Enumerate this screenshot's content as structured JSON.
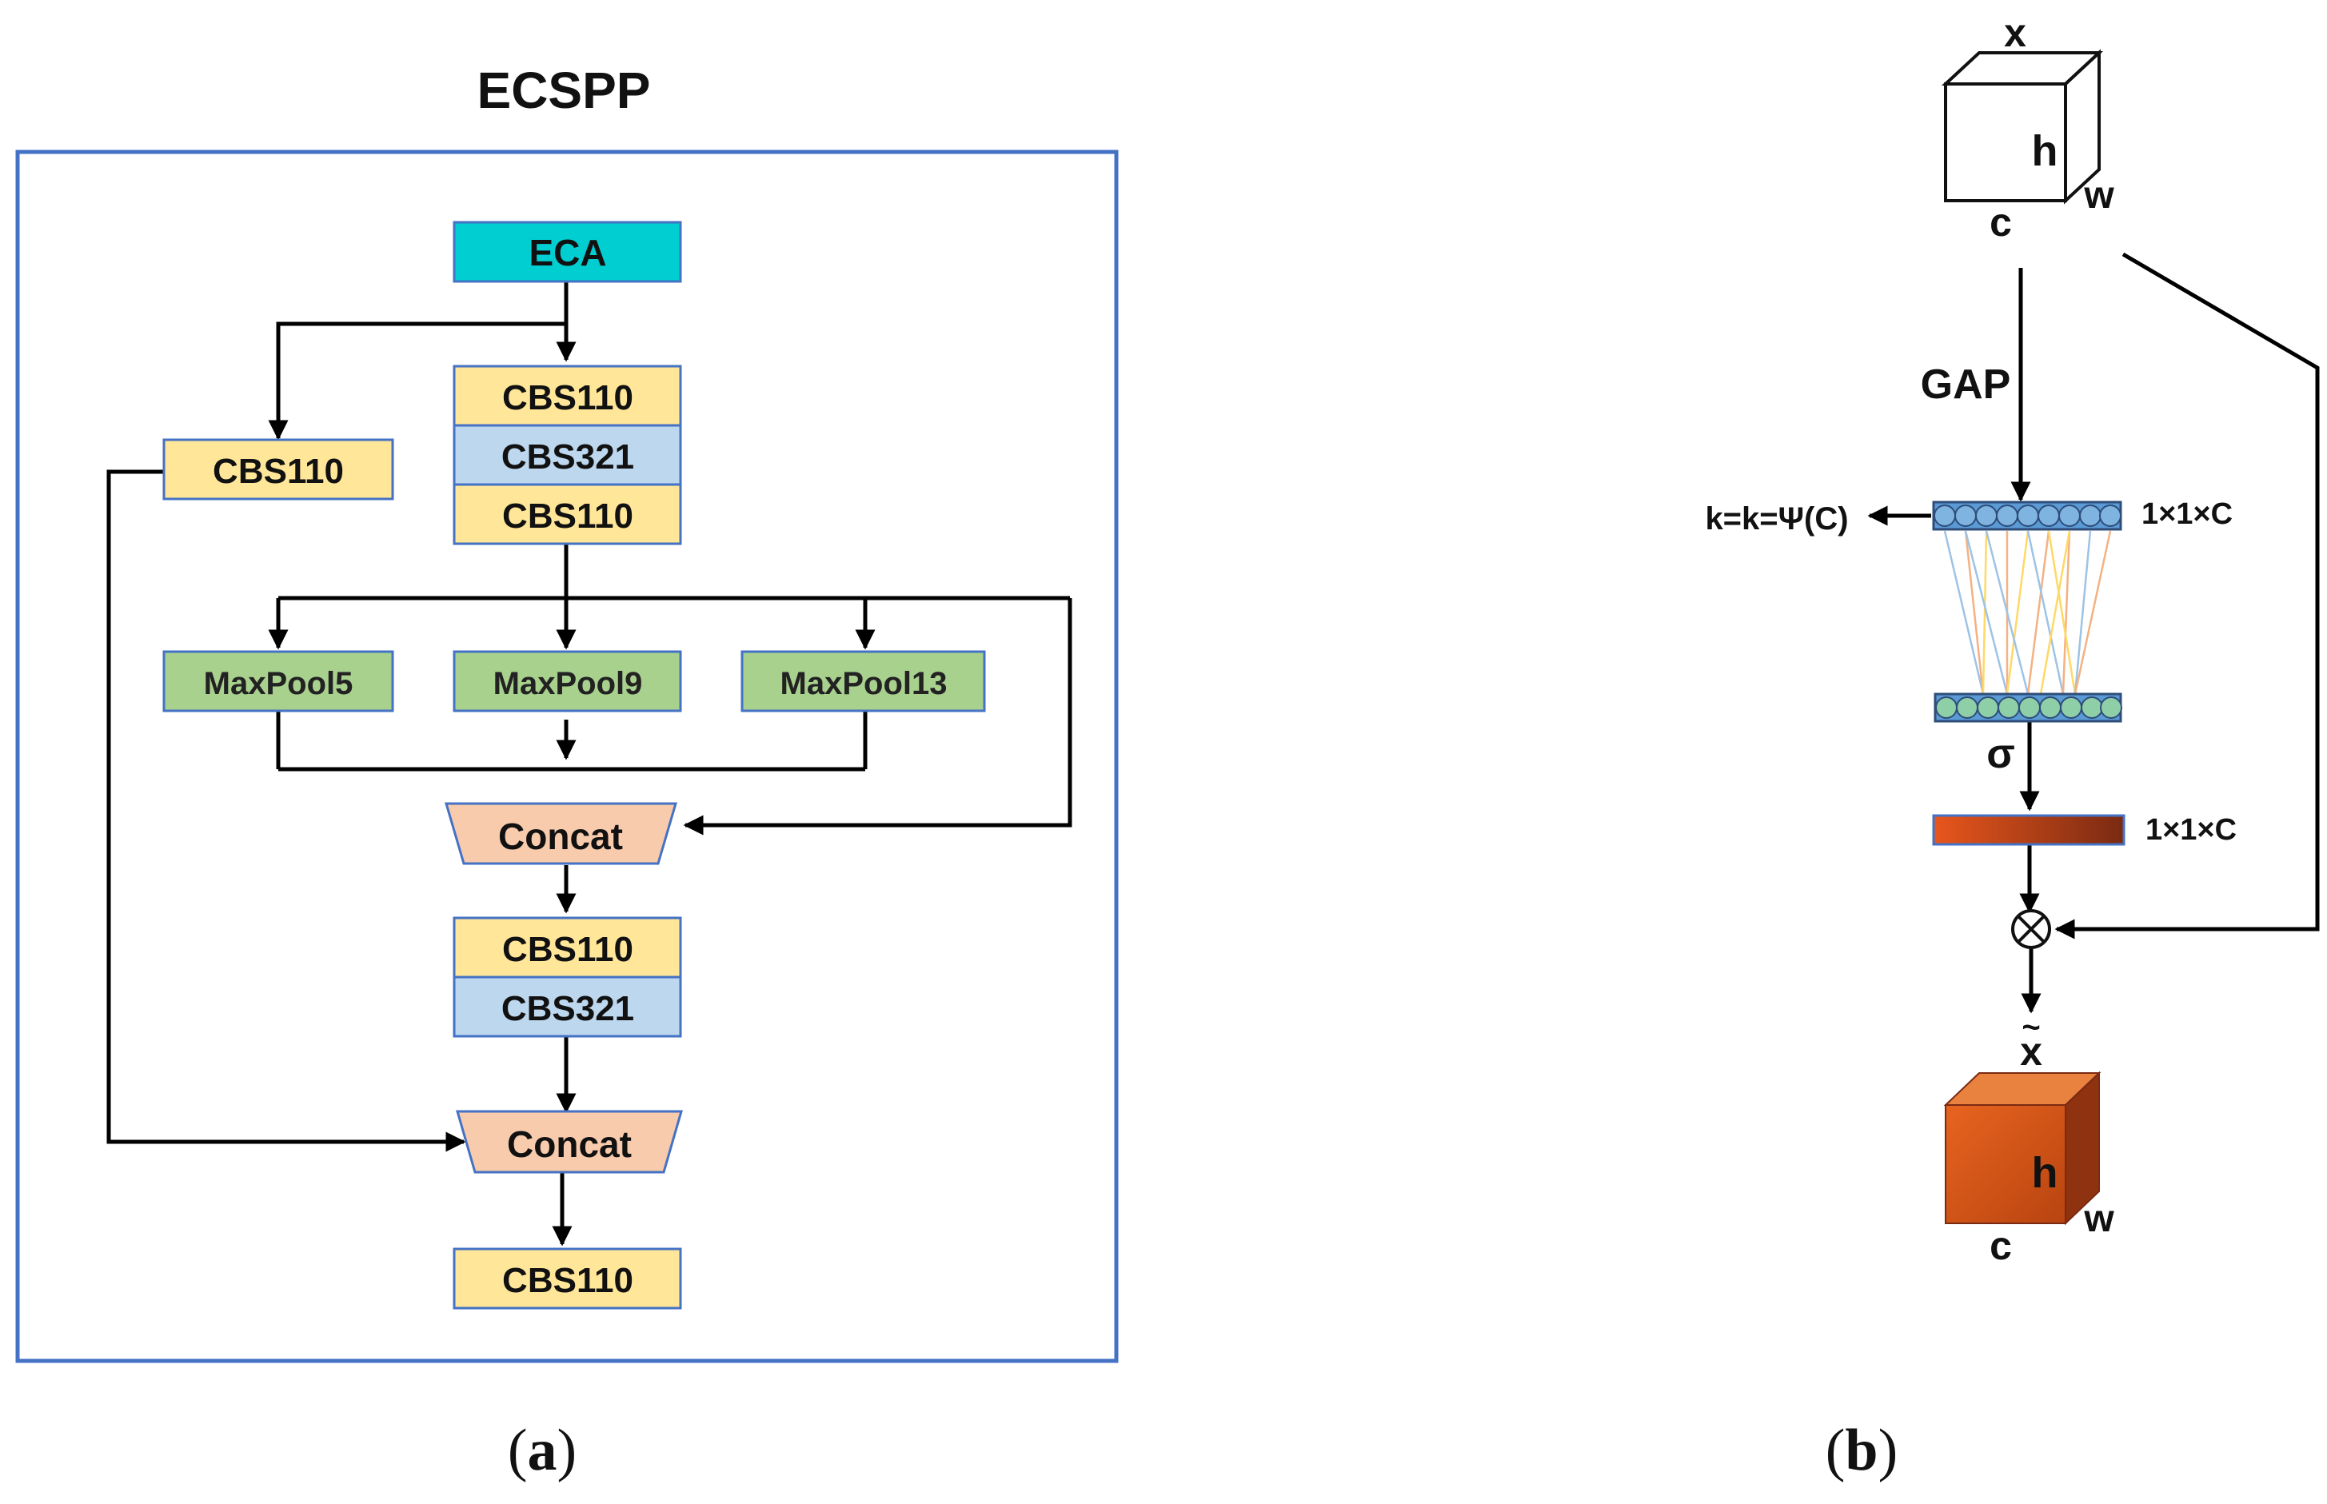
{
  "panel_a": {
    "title": "ECSPP",
    "caption_open": "(",
    "caption_letter": "a",
    "caption_close": ")",
    "eca": "ECA",
    "left_cbs": "CBS110",
    "stack1": [
      "CBS110",
      "CBS321",
      "CBS110"
    ],
    "maxpools": [
      "MaxPool5",
      "MaxPool9",
      "MaxPool13"
    ],
    "concat1": "Concat",
    "stack2": [
      "CBS110",
      "CBS321"
    ],
    "concat2": "Concat",
    "final_cbs": "CBS110"
  },
  "panel_b": {
    "input_label": "x",
    "cube_h": "h",
    "cube_w": "w",
    "cube_c": "c",
    "gap_label": "GAP",
    "k_label": "k=k=Ψ(C)",
    "dim_top": "1×1×C",
    "sigma": "σ",
    "dim_bottom": "1×1×C",
    "output_label": "x",
    "output_tilde": "~",
    "out_h": "h",
    "out_w": "w",
    "out_c": "c",
    "caption_open": "(",
    "caption_letter": "b",
    "caption_close": ")"
  },
  "colors": {
    "frame": "#4472C4",
    "eca": "#00CED1",
    "cbs110": "#FFE699",
    "cbs321": "#BDD7EE",
    "maxpool": "#A9D18E",
    "concat": "#F8CBAD",
    "block_border": "#4472C4",
    "orange": "#D9531E",
    "bar_blue": "#5B9BD5",
    "bar_teal": "#3FA7A0"
  }
}
